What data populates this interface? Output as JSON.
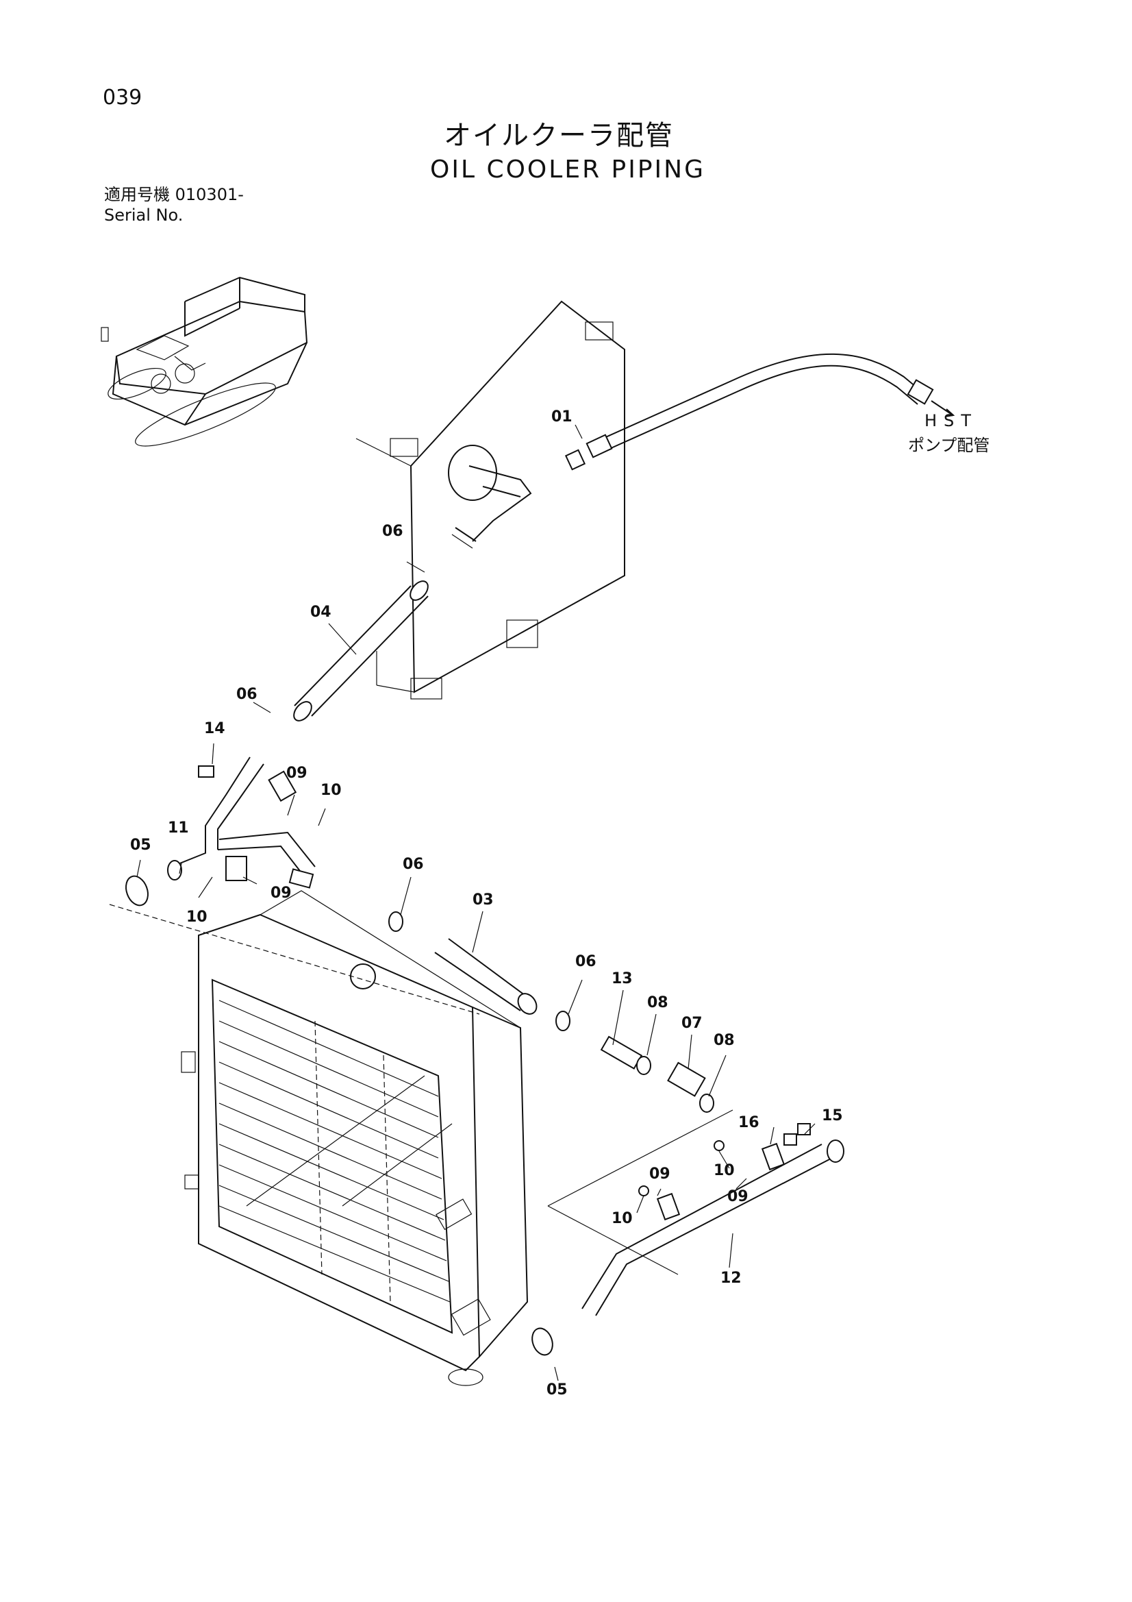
{
  "page_number": "039",
  "title_jp": "オイルクーラ配管",
  "title_en": "OIL COOLER PIPING",
  "serial_jp": "適用号機  010301-",
  "serial_en": "Serial No.",
  "destination": {
    "line1": "HST",
    "line2": "ポンプ配管"
  },
  "callouts": [
    "01",
    "06",
    "04",
    "06",
    "14",
    "09",
    "10",
    "11",
    "05",
    "10",
    "09",
    "06",
    "03",
    "06",
    "13",
    "08",
    "07",
    "08",
    "16",
    "15",
    "10",
    "09",
    "09",
    "10",
    "12",
    "05"
  ]
}
